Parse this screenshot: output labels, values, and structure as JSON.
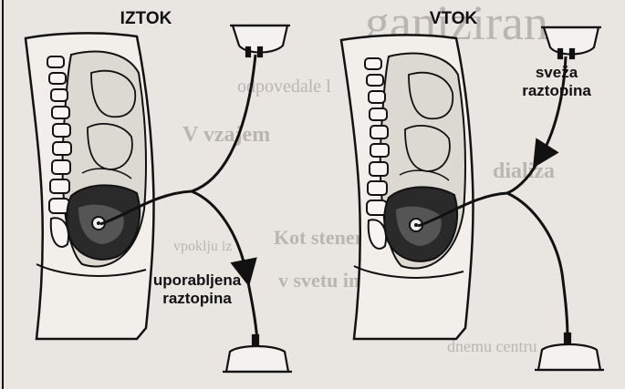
{
  "labels": {
    "left_title": "IZTOK",
    "right_title": "VTOK",
    "used_solution_line1": "uporabljena",
    "used_solution_line2": "raztopina",
    "fresh_solution_line1": "sveža",
    "fresh_solution_line2": "raztopina"
  },
  "bleed_through_text": {
    "line1": "ganiziran",
    "line2": "odpovedale l",
    "line3": "V vzajem",
    "line4": "dializa",
    "line5": "Kot stener",
    "line6": "v svetu in pri nas",
    "line7": "vpoklju iz",
    "line8": "dnemu centru"
  },
  "colors": {
    "paper": "#e9e6e1",
    "ink": "#111111",
    "organ_dark": "#2a2a2a",
    "bleed_text": "#b9b5b0"
  }
}
